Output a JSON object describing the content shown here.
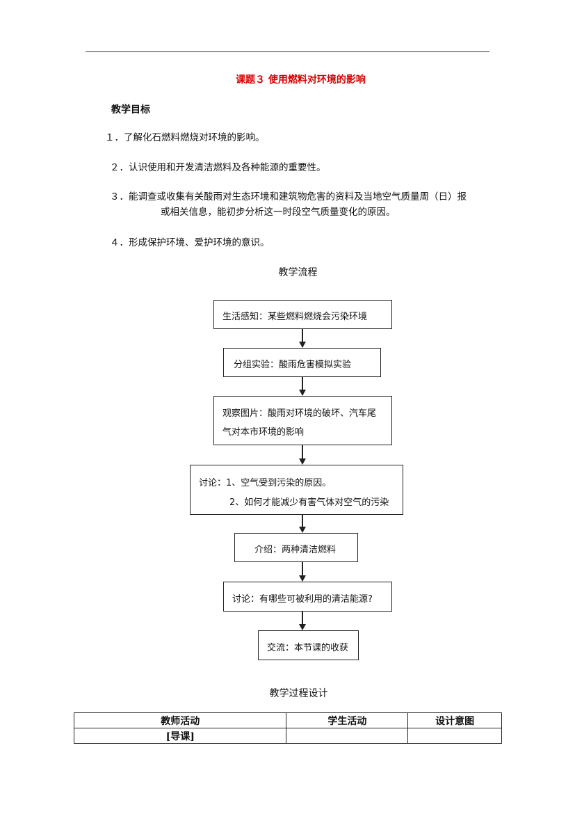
{
  "title": "课题３ 使用燃料对环境的影响",
  "section_heading": "教学目标",
  "objectives": [
    "１．了解化石燃料燃烧对环境的影响。",
    "２．认识使用和开发清洁燃料及各种能源的重要性。",
    "３．能调查或收集有关酸雨对生态环境和建筑物危害的资料及当地空气质量周（日）报",
    "或相关信息，能初步分析这一时段空气质量变化的原因。",
    "４．形成保护环境、爱护环境的意识。"
  ],
  "flow_title": "教学流程",
  "flow_steps": [
    {
      "line1": "生活感知：某些燃料燃烧会污染环境",
      "line2": ""
    },
    {
      "line1": "分组实验：酸雨危害模拟实验",
      "line2": ""
    },
    {
      "line1": "观察图片：酸雨对环境的破坏、汽车尾",
      "line2": "气对本市环境的影响"
    },
    {
      "line1": "讨论：1、空气受到污染的原因。",
      "line2": "2、如何才能减少有害气体对空气的污染"
    },
    {
      "line1": "介绍：两种清洁燃料",
      "line2": ""
    },
    {
      "line1": "讨论：有哪些可被利用的清洁能源?",
      "line2": ""
    },
    {
      "line1": "交流：本节课的收获",
      "line2": ""
    }
  ],
  "table_title": "教学过程设计",
  "table": {
    "headers": [
      "教师活动",
      "学生活动",
      "设计意图"
    ],
    "rows": [
      [
        "[导课]",
        "",
        ""
      ]
    ]
  }
}
